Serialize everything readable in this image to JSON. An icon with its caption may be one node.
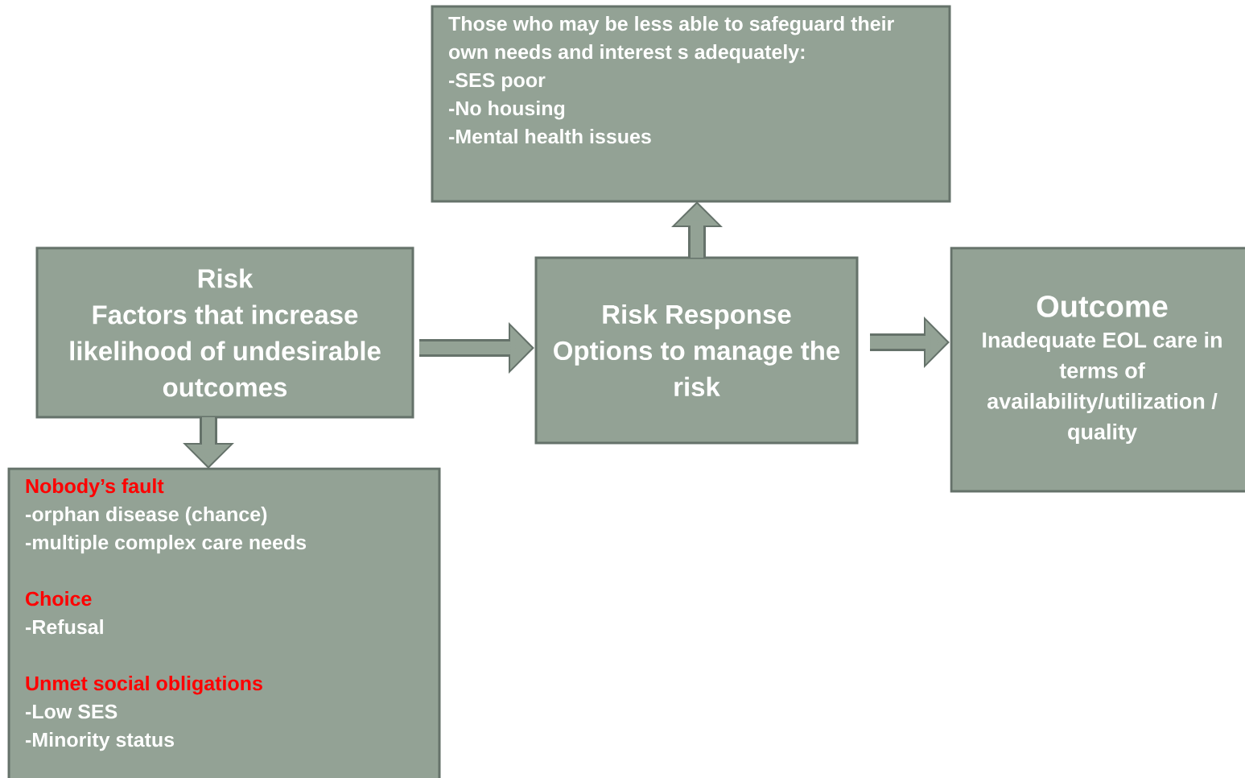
{
  "diagram": {
    "nodes": [
      {
        "text": [
          "Those who may be less able to safeguard their own needs and interest s adequately:",
          "-SES poor",
          "-No housing",
          "-Mental health issues"
        ]
      },
      {
        "text": [
          "Risk",
          "Factors that increase likelihood of undesirable outcomes"
        ]
      },
      {
        "text": [
          "Risk Response",
          "Options to manage the risk"
        ]
      },
      {
        "text": [
          "Outcome",
          "Inadequate EOL care in terms of availability/utilization / quality"
        ]
      },
      {
        "text": [
          "Nobody’s fault",
          "-orphan disease (chance)",
          "-multiple complex care needs",
          "Choice",
          "-Refusal",
          "Unmet social obligations",
          "-Low SES",
          "-Minority status"
        ]
      }
    ],
    "edges": [
      {
        "from": 1,
        "to": 2,
        "arrow": "to"
      },
      {
        "from": 2,
        "to": 3,
        "arrow": "to"
      },
      {
        "from": 2,
        "to": 0,
        "arrow": "to"
      },
      {
        "from": 1,
        "to": 4,
        "arrow": "to"
      }
    ]
  }
}
